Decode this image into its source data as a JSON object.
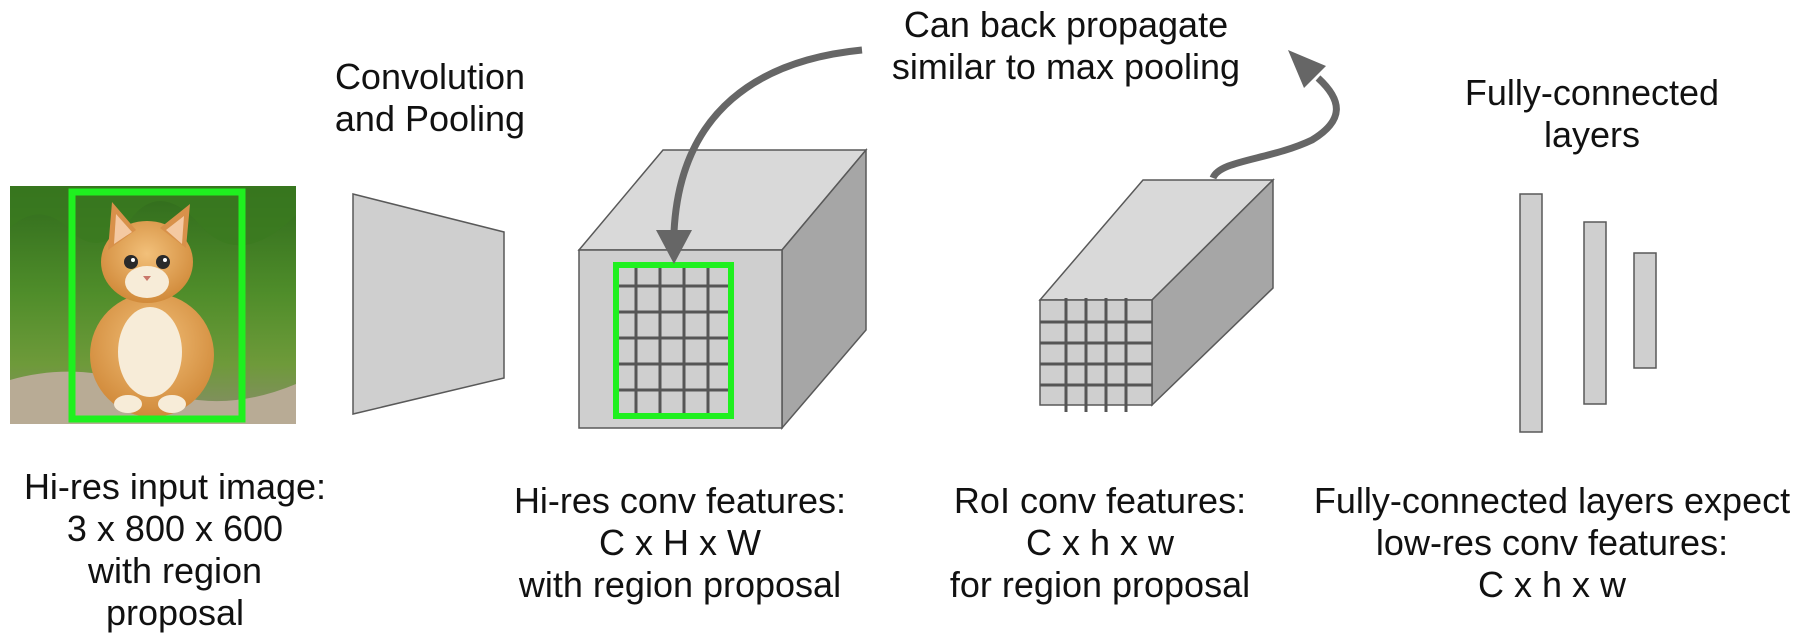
{
  "labels": {
    "conv_pool": [
      "Convolution",
      "and Pooling"
    ],
    "backprop_note": [
      "Can back propagate",
      "similar to max pooling"
    ],
    "fc_title": [
      "Fully-connected",
      "layers"
    ],
    "input_caption": [
      "Hi-res input image:",
      "3 x 800 x 600",
      "with region",
      "proposal"
    ],
    "hires_caption": [
      "Hi-res conv features:",
      "C x H x W",
      "with region proposal"
    ],
    "roi_caption": [
      "RoI conv features:",
      "C x h x w",
      "for region proposal"
    ],
    "fc_caption": [
      "Fully-connected layers expect",
      "low-res conv features:",
      "C x h x w"
    ]
  },
  "colors": {
    "face_light": "#d9d9d9",
    "face_mid": "#cfcfcf",
    "face_dark": "#a6a6a6",
    "outline": "#595959",
    "region": "#1ff01f",
    "arrow": "#666666",
    "grid": "#555555"
  },
  "icons": {
    "input_image": "kitten-photo"
  }
}
